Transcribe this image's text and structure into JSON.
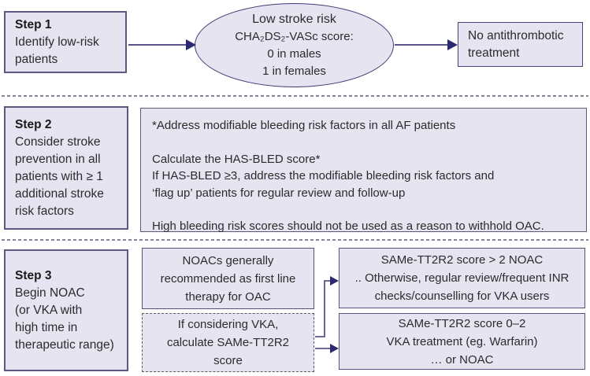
{
  "colors": {
    "box_fill": "#e6e4f1",
    "box_border": "#5c5880",
    "ellipse_border": "#3f3c74",
    "arrow_line": "#57548a",
    "arrow_head": "#2b2970",
    "divider": "#5f5d72",
    "text": "#2b2b2b"
  },
  "step1": {
    "title": "Step 1",
    "lines": [
      "Identify low-risk",
      "patients"
    ]
  },
  "ellipse": {
    "title": "Low stroke risk",
    "lines": [
      "CHA₂DS₂-VASc score:",
      "0 in males",
      "1 in females"
    ]
  },
  "no_treatment": {
    "lines": [
      "No antithrombotic",
      "treatment"
    ]
  },
  "step2": {
    "title": "Step 2",
    "lines": [
      "Consider stroke",
      "prevention in all",
      "patients with ≥ 1",
      "additional stroke",
      "risk factors"
    ]
  },
  "step2_panel": {
    "para1": [
      "*Address modifiable bleeding risk factors in all AF patients"
    ],
    "para2": [
      "Calculate the HAS-BLED score*",
      "If HAS-BLED ≥3, address the modifiable bleeding risk factors and",
      "‘flag up’ patients for regular review and follow-up"
    ],
    "para3": [
      "High bleeding risk scores should not be used as a reason to withhold OAC."
    ]
  },
  "step3": {
    "title": "Step 3",
    "lines": [
      "Begin NOAC",
      "(or VKA with",
      "high time in",
      "therapeutic range)"
    ]
  },
  "noac_box": {
    "lines": [
      "NOACs generally",
      "recommended as first line",
      "therapy for OAC"
    ]
  },
  "vka_box": {
    "lines": [
      "If considering VKA,",
      "calculate SAMe-TT2R2",
      "score"
    ]
  },
  "same_gt2_box": {
    "lines": [
      "SAMe-TT2R2 score > 2 NOAC",
      ".. Otherwise, regular review/frequent INR",
      "checks/counselling for VKA users"
    ]
  },
  "same_02_box": {
    "lines": [
      "SAMe-TT2R2 score 0–2",
      "VKA treatment (eg. Warfarin)",
      "… or NOAC"
    ]
  }
}
